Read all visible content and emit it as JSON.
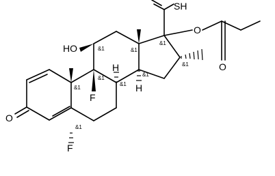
{
  "molecule": {
    "atoms": {
      "sh": "SH",
      "ho": "HO",
      "o_ester": "O",
      "o_carbonyl": "O",
      "o_ketone": "O",
      "f_9": "F",
      "f_6": "F",
      "h_8": "H",
      "h_14": "H"
    },
    "stereo_marker": "&1"
  }
}
